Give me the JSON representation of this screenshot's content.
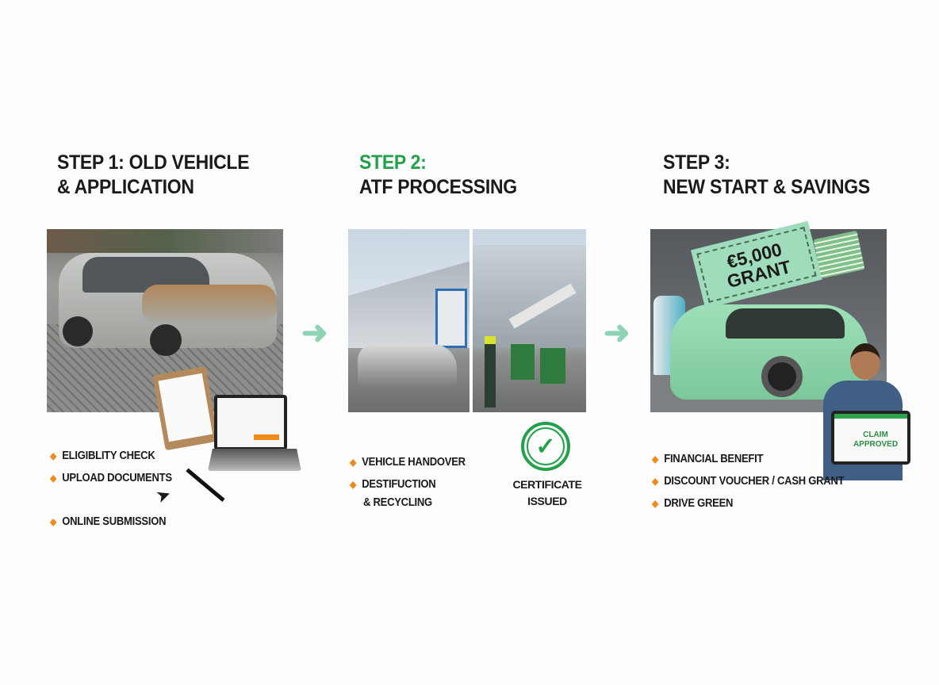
{
  "steps": [
    {
      "title_line1": "STEP 1: OLD VEHICLE",
      "title_line2": "& APPLICATION",
      "bullets": [
        "ELIGIBLITY CHECK",
        "UPLOAD DOCUMENTS",
        "ONLINE SUBMISSION"
      ]
    },
    {
      "title_line1": "STEP 2:",
      "title_line2": "ATF PROCESSING",
      "bullets": [
        "VEHICLE HANDOVER",
        "DESTIFUCTION",
        "& RECYCLING"
      ],
      "badge_line1": "CERTIFICATE",
      "badge_line2": "ISSUED"
    },
    {
      "title_line1": "STEP 3:",
      "title_line2": "NEW START & SAVINGS",
      "bullets": [
        "FINANCIAL BENEFIT",
        "DISCOUNT VOUCHER / CASH GRANT",
        "DRIVE GREEN"
      ],
      "voucher_line1": "€5,000",
      "voucher_line2": "GRANT",
      "tablet_line1": "CLAIM",
      "tablet_line2": "APPROVED"
    }
  ],
  "colors": {
    "accent_green": "#22a04a",
    "arrow": "#8fd3b5",
    "bullet": "#f08a1c",
    "voucher": "#9fdcbc",
    "new_car": "#8fd3aa"
  },
  "icons": [
    "arrow-right-icon",
    "check-circle-icon",
    "diamond-bullet-icon",
    "cursor-icon"
  ]
}
